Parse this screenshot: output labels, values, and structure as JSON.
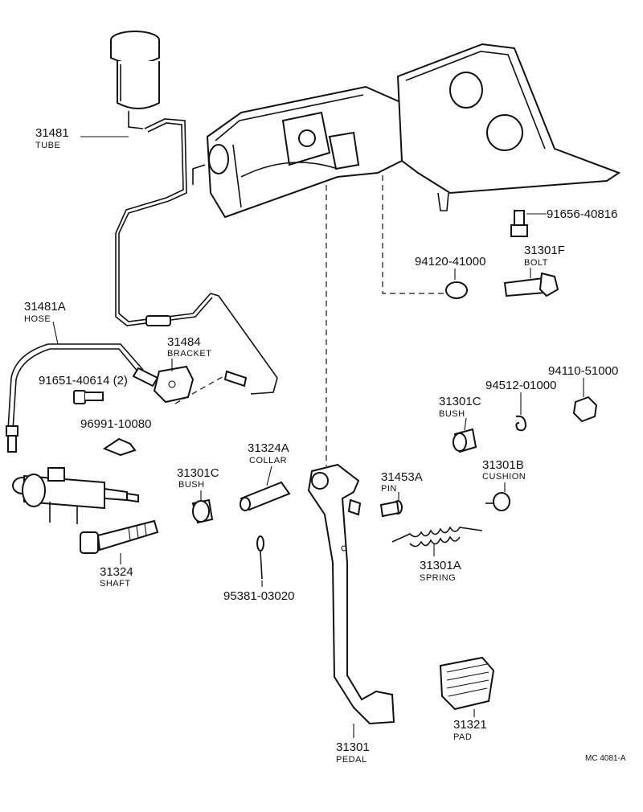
{
  "diagram": {
    "figure_code": "MC 4081-A",
    "labels": {
      "p31481": {
        "number": "31481",
        "name": "TUBE"
      },
      "p91656": {
        "number": "91656-40816"
      },
      "p31301F": {
        "number": "31301F",
        "name": "BOLT"
      },
      "p94120": {
        "number": "94120-41000"
      },
      "p31481A": {
        "number": "31481A",
        "name": "HOSE"
      },
      "p31484": {
        "number": "31484",
        "name": "BRACKET"
      },
      "p91651": {
        "number": "91651-40614 (2)"
      },
      "p96991": {
        "number": "96991-10080"
      },
      "p94110": {
        "number": "94110-51000"
      },
      "p94512": {
        "number": "94512-01000"
      },
      "p31301C_r": {
        "number": "31301C",
        "name": "BUSH"
      },
      "p31324A": {
        "number": "31324A",
        "name": "COLLAR"
      },
      "p31301C_l": {
        "number": "31301C",
        "name": "BUSH"
      },
      "p31453A": {
        "number": "31453A",
        "name": "PIN"
      },
      "p31301B": {
        "number": "31301B",
        "name": "CUSHION"
      },
      "p31324": {
        "number": "31324",
        "name": "SHAFT"
      },
      "p95381": {
        "number": "95381-03020"
      },
      "p31301A": {
        "number": "31301A",
        "name": "SPRING"
      },
      "p31321": {
        "number": "31321",
        "name": "PAD"
      },
      "p31301": {
        "number": "31301",
        "name": "PEDAL"
      }
    }
  }
}
